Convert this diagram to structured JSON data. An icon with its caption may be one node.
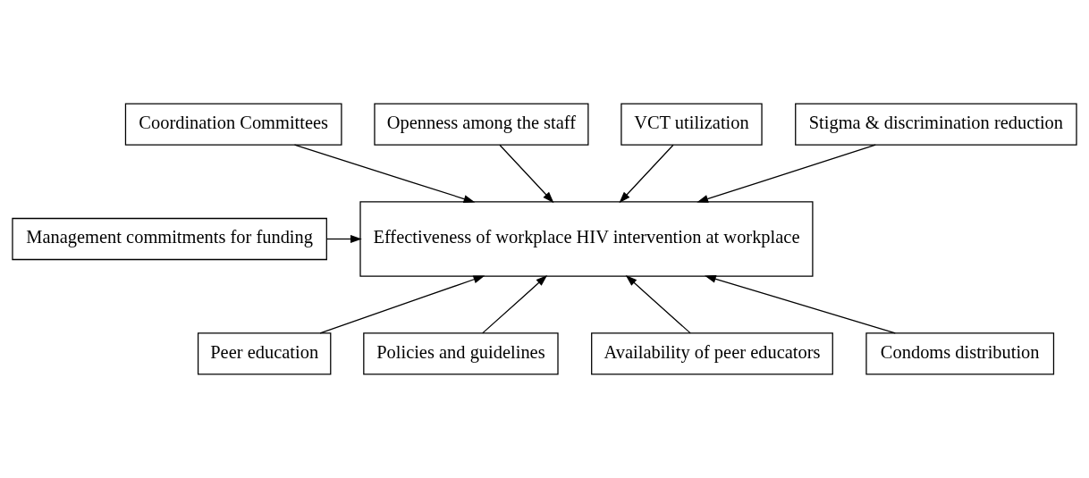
{
  "diagram": {
    "nodes": [
      {
        "text": [
          "Coordination Committees"
        ]
      },
      {
        "text": [
          "Openness among the staff"
        ]
      },
      {
        "text": [
          "VCT utilization"
        ]
      },
      {
        "text": [
          "Stigma & discrimination reduction"
        ]
      },
      {
        "text": [
          "Management commitments for funding"
        ]
      },
      {
        "text": [
          "Effectiveness of workplace HIV intervention at workplace"
        ]
      },
      {
        "text": [
          "Peer education"
        ]
      },
      {
        "text": [
          "Policies and guidelines"
        ]
      },
      {
        "text": [
          "Availability of peer educators"
        ]
      },
      {
        "text": [
          "Condoms distribution"
        ]
      }
    ],
    "edges": [
      {
        "from": 0,
        "to": 5,
        "arrow": "to"
      },
      {
        "from": 1,
        "to": 5,
        "arrow": "to"
      },
      {
        "from": 2,
        "to": 5,
        "arrow": "to"
      },
      {
        "from": 3,
        "to": 5,
        "arrow": "to"
      },
      {
        "from": 4,
        "to": 5,
        "arrow": "to"
      },
      {
        "from": 7,
        "to": 5,
        "arrow": "to"
      },
      {
        "from": 8,
        "to": 5,
        "arrow": "to"
      },
      {
        "from": 9,
        "to": 5,
        "arrow": "to"
      },
      {
        "from": 6,
        "to": 5,
        "arrow": "to"
      }
    ]
  }
}
